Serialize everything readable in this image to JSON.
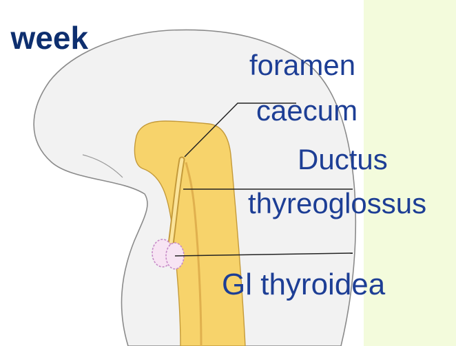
{
  "slide": {
    "title": ". week",
    "colors": {
      "background": "#f3fbdc",
      "panel": "#ffffff",
      "label_text": "#1d3e95",
      "title_text": "#0e2f6f",
      "tongue_fill": "#f2f2f2",
      "duct_fill": "#f7d36b",
      "gland_outline": "#c78ac8",
      "leader_line": "#222222"
    }
  },
  "diagram": {
    "labels": {
      "foramen_line1": "foramen",
      "foramen_line2": "caecum",
      "ductus_line1": "Ductus",
      "ductus_line2": "thyreoglossus",
      "gland": "Gl thyroidea"
    },
    "icons": [
      "tongue-outline-icon",
      "pharyngeal-tube-icon",
      "thyroid-gland-icon"
    ]
  }
}
